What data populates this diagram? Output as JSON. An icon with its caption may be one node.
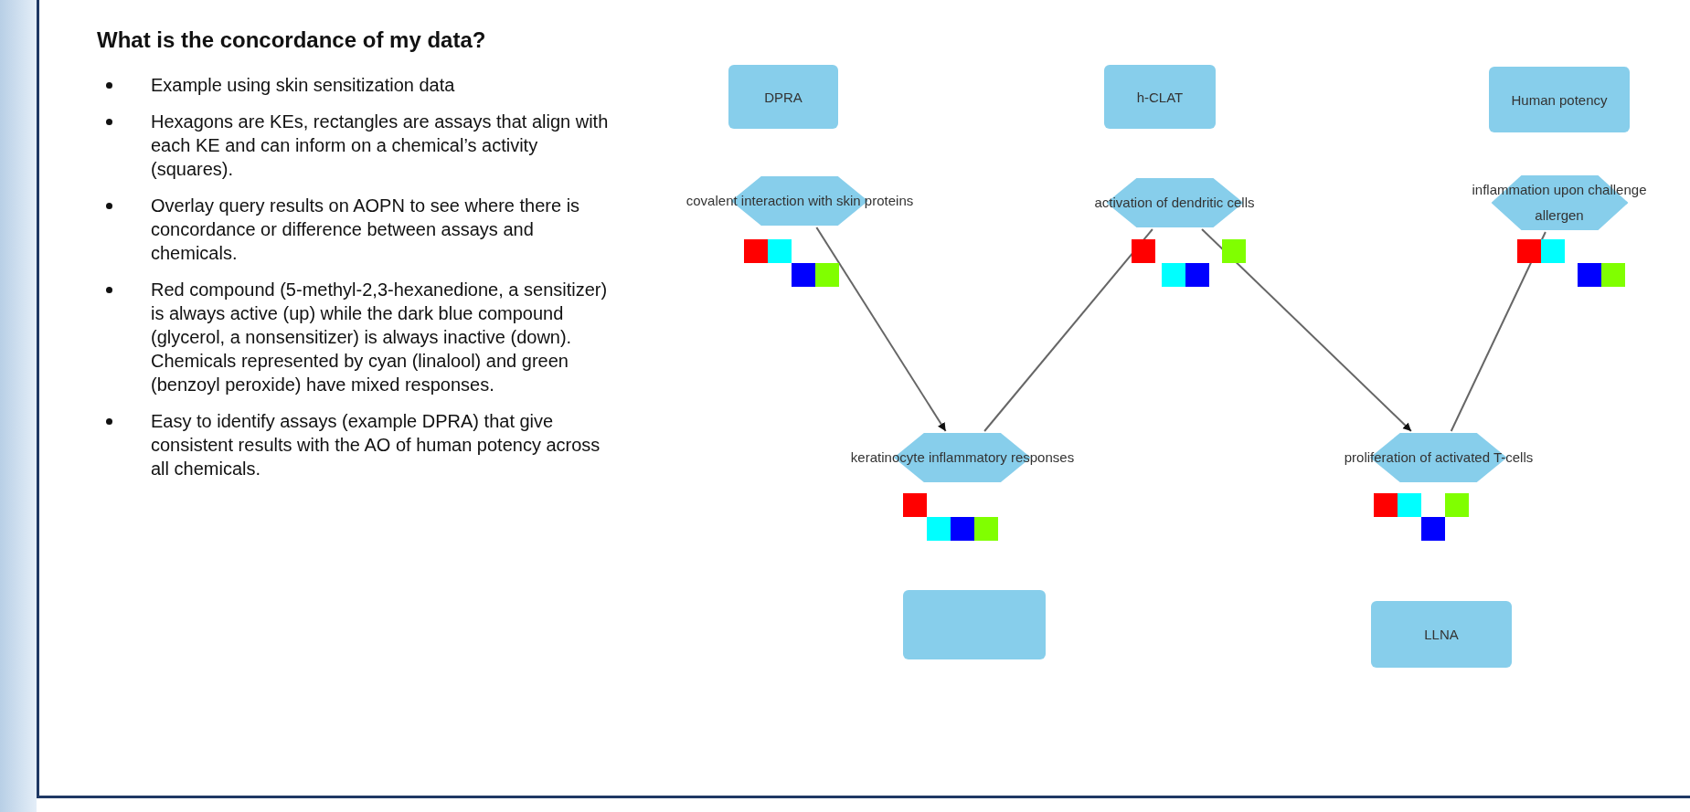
{
  "diagram": {
    "title": "What is the concordance of my data?",
    "nodes": [
      {
        "text": [
          "DPRA"
        ]
      },
      {
        "text": [
          "h-CLAT"
        ]
      },
      {
        "text": [
          "Human potency"
        ]
      },
      {
        "text": [
          "covalent interaction with skin proteins"
        ]
      },
      {
        "text": [
          "activation of dendritic cells"
        ]
      },
      {
        "text": [
          "inflammation upon challenge allergen"
        ]
      },
      {
        "text": [
          "keratinocyte inflammatory responses"
        ]
      },
      {
        "text": [
          "proliferation of activated T-cells"
        ]
      },
      {
        "text": [],
        "shape": "box"
      },
      {
        "text": [
          "LLNA"
        ]
      }
    ],
    "edges": [
      {
        "from": 3,
        "to": 6,
        "arrow": "to"
      },
      {
        "from": 6,
        "to": 4,
        "arrow": "none"
      },
      {
        "from": 4,
        "to": 7,
        "arrow": "to"
      },
      {
        "from": 7,
        "to": 5,
        "arrow": "none"
      }
    ],
    "labels": [
      "Example using skin sensitization data",
      "Hexagons are KEs, rectangles are assays that align with each KE and can inform on a chemical’s activity (squares).",
      "Overlay query results on AOPN to see where there is concordance or difference between assays and chemicals.",
      "Red compound (5-methyl-2,3-hexanedione, a sensitizer) is always active (up) while the dark blue compound (glycerol, a nonsensitizer) is always inactive (down). Chemicals represented by cyan (linalool) and green (benzoyl peroxide) have mixed responses.",
      "Easy to identify assays (example DPRA) that give consistent results with the AO of human potency across all chemicals."
    ]
  }
}
